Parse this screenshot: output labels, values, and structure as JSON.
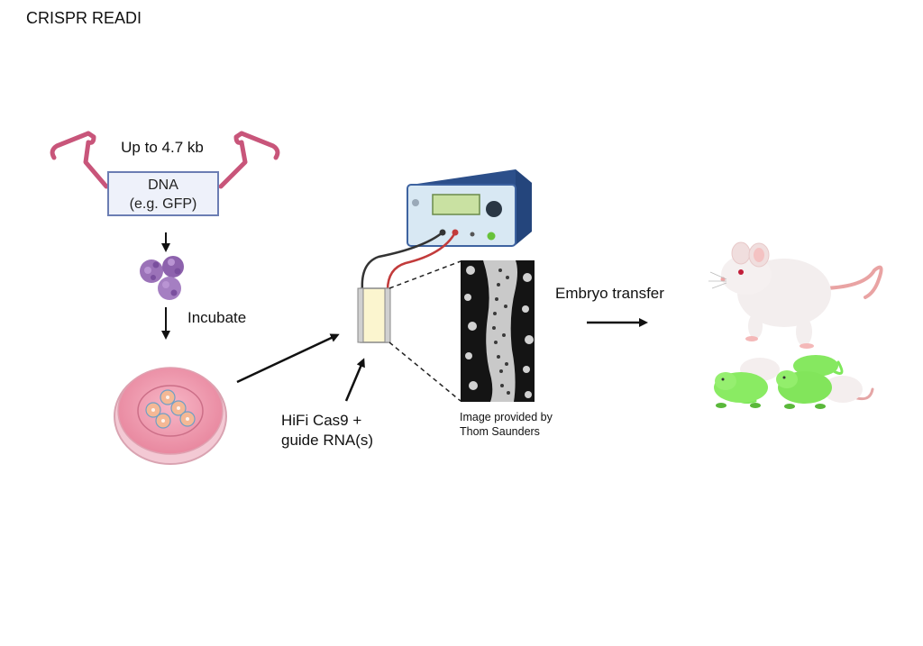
{
  "title": "CRISPR READI",
  "dna": {
    "size_label": "Up to 4.7 kb",
    "box_line1": "DNA",
    "box_line2": "(e.g. GFP)"
  },
  "incubate_label": "Incubate",
  "cas9_label_line1": "HiFi Cas9 +",
  "cas9_label_line2": "guide RNA(s)",
  "image_credit_line1": "Image provided by",
  "image_credit_line2": "Thom Saunders",
  "embryo_transfer_label": "Embryo transfer",
  "icons": [
    "aav-capsid-icon",
    "itr-hairpin-icon",
    "petri-dish-icon",
    "electroporator-icon",
    "cuvette-icon",
    "micrograph-image",
    "mouse-icon",
    "gfp-pups-icon"
  ],
  "colors": {
    "itr": "#c8557a",
    "dna_box_border": "#6b7db3",
    "virus": "#9b72b8",
    "dish": "#e98aa3",
    "device": "#3e63a0",
    "gfp_green": "#7ee85a"
  }
}
